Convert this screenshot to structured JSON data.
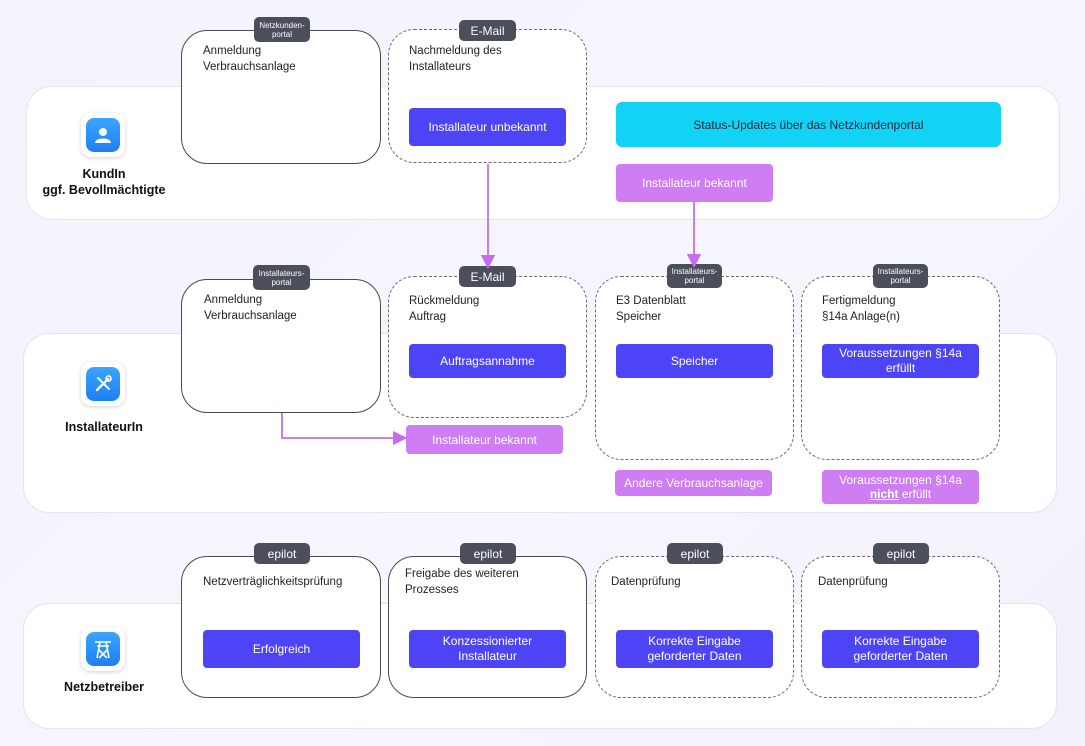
{
  "actors": {
    "kunde": {
      "line1": "KundIn",
      "line2": "ggf. Bevollmächtigte",
      "icon": "person-icon"
    },
    "installateur": {
      "line1": "InstallateurIn",
      "icon": "tools-icon"
    },
    "netzbetreiber": {
      "line1": "Netzbetreiber",
      "icon": "power-pylon-icon"
    }
  },
  "kunde_row": {
    "anmeldung": {
      "tag": "Netzkunden-portal",
      "title1": "Anmeldung",
      "title2": "Verbrauchsanlage"
    },
    "nachmeldung": {
      "tag": "E-Mail",
      "title1": "Nachmeldung des",
      "title2": "Installateurs",
      "button": "Installateur unbekannt"
    },
    "status": "Status-Updates über das Netzkundenportal",
    "bekannt": "Installateur bekannt"
  },
  "installateur_row": {
    "anmeldung": {
      "tag": "Installateurs-portal",
      "title1": "Anmeldung",
      "title2": "Verbrauchsanlage"
    },
    "rueckmeldung": {
      "tag": "E-Mail",
      "title1": "Rückmeldung",
      "title2": "Auftrag",
      "button": "Auftragsannahme"
    },
    "bekannt": "Installateur bekannt",
    "datenblatt": {
      "tag": "Installateurs-portal",
      "title1": "E3 Datenblatt",
      "title2": "Speicher",
      "button": "Speicher",
      "alt": "Andere Verbrauchsanlage"
    },
    "fertig": {
      "tag": "Installateurs-portal",
      "title1": "Fertigmeldung",
      "title2": "§14a Anlage(n)",
      "button1": "Voraussetzungen §14a",
      "button2": "erfüllt",
      "alt1": "Voraussetzungen §14a",
      "alt_emph": "nicht",
      "alt_rest": " erfüllt"
    }
  },
  "netz_row": {
    "pruefung": {
      "tag": "epilot",
      "title1": "Netzverträglichkeitsprüfung",
      "button": "Erfolgreich"
    },
    "freigabe": {
      "tag": "epilot",
      "title1": "Freigabe des weiteren",
      "title2": "Prozesses",
      "button1": "Konzessionierter",
      "button2": "Installateur"
    },
    "daten1": {
      "tag": "epilot",
      "title1": "Datenprüfung",
      "button1": "Korrekte Eingabe",
      "button2": "geforderter Daten"
    },
    "daten2": {
      "tag": "epilot",
      "title1": "Datenprüfung",
      "button1": "Korrekte Eingabe",
      "button2": "geforderter Daten"
    }
  },
  "colors": {
    "accent": "#4d45f5",
    "pill": "#cf7df3",
    "status": "#12d2f5",
    "arrow": "#c66cf0",
    "tag": "#4b4f5c"
  }
}
